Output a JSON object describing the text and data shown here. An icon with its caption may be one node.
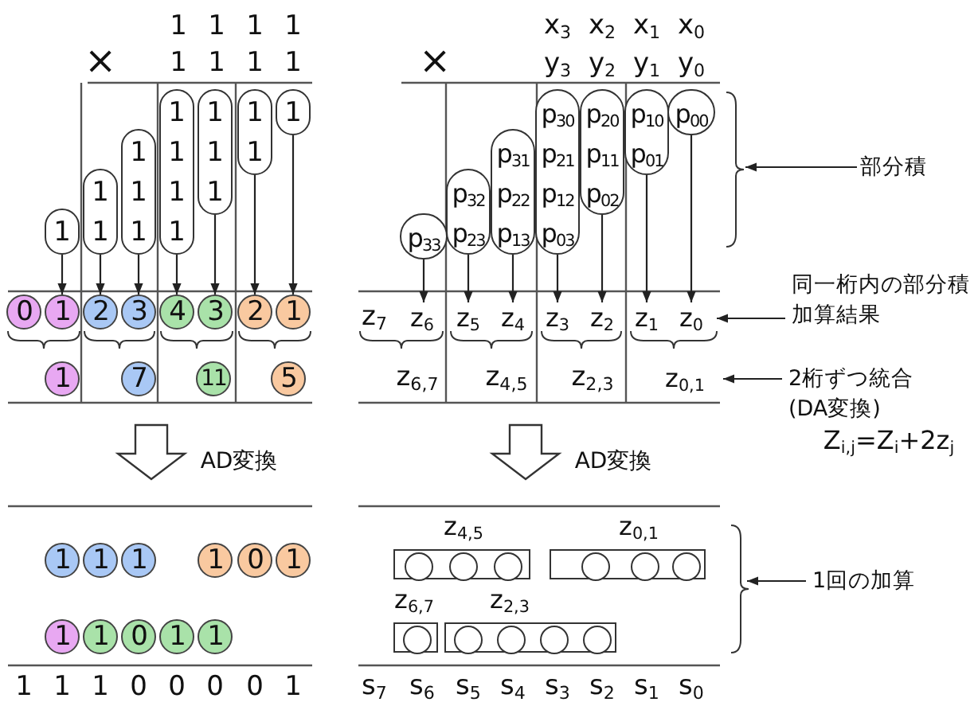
{
  "diagram": {
    "nodes": [
      {
        "text": [
          "1"
        ]
      },
      {
        "text": [
          "1",
          "1"
        ]
      },
      {
        "text": [
          "1",
          "1",
          "1"
        ]
      },
      {
        "text": [
          "1",
          "1",
          "1",
          "1"
        ]
      },
      {
        "text": [
          "1",
          "1",
          "1"
        ]
      },
      {
        "text": [
          "1",
          "1"
        ]
      },
      {
        "text": [
          "1"
        ]
      },
      {
        "text": [
          "p$_{33}$"
        ]
      },
      {
        "text": [
          "p$_{32}$",
          "p$_{23}$"
        ]
      },
      {
        "text": [
          "p$_{31}$",
          "p$_{22}$",
          "p$_{13}$"
        ]
      },
      {
        "text": [
          "p$_{30}$",
          "p$_{21}$",
          "p$_{12}$",
          "p$_{03}$"
        ]
      },
      {
        "text": [
          "p$_{20}$",
          "p$_{11}$",
          "p$_{02}$"
        ]
      },
      {
        "text": [
          "p$_{10}$",
          "p$_{01}$"
        ]
      },
      {
        "text": [
          "p$_{00}$"
        ]
      },
      {
        "text": [
          "部分積"
        ]
      },
      {
        "text": [
          "0"
        ]
      },
      {
        "text": [
          "1"
        ]
      },
      {
        "text": [
          "2"
        ]
      },
      {
        "text": [
          "3"
        ]
      },
      {
        "text": [
          "4"
        ]
      },
      {
        "text": [
          "3"
        ]
      },
      {
        "text": [
          "2"
        ]
      },
      {
        "text": [
          "1"
        ]
      },
      {
        "text": [
          "z$_{6}$"
        ]
      },
      {
        "text": [
          "z$_{5}$"
        ]
      },
      {
        "text": [
          "z$_{4}$"
        ]
      },
      {
        "text": [
          "z$_{3}$"
        ]
      },
      {
        "text": [
          "z$_{2}$"
        ]
      },
      {
        "text": [
          "z$_{1}$"
        ]
      },
      {
        "text": [
          "z$_{0}$"
        ]
      },
      {
        "text": [
          "同一桁内の部分積加算結果"
        ]
      },
      {
        "text": [
          "1"
        ]
      },
      {
        "text": [
          "7"
        ]
      },
      {
        "text": [
          "11"
        ]
      },
      {
        "text": [
          "5"
        ]
      },
      {
        "text": [
          "2桁ずつ統合(DA変換)"
        ]
      },
      {
        "text": [
          "1"
        ]
      },
      {
        "text": [
          "1"
        ]
      },
      {
        "text": [
          "1"
        ]
      },
      {
        "text": [
          "1"
        ]
      },
      {
        "text": [
          "0"
        ]
      },
      {
        "text": [
          "1"
        ]
      },
      {
        "text": [
          "1"
        ]
      },
      {
        "text": [
          "1"
        ]
      },
      {
        "text": [
          "0"
        ]
      },
      {
        "text": [
          "1"
        ]
      },
      {
        "text": [
          "1"
        ]
      },
      {
        "text": [],
        "shape": "box",
        "beside": [
          "z$_{4,5}$"
        ]
      },
      {
        "text": [],
        "shape": "circle",
        "in": 47
      },
      {
        "text": [],
        "shape": "circle",
        "in": 47
      },
      {
        "text": [],
        "shape": "circle",
        "in": 47
      },
      {
        "text": [],
        "shape": "box",
        "beside": [
          "z$_{0,1}$"
        ]
      },
      {
        "text": [],
        "shape": "circle",
        "in": 51
      },
      {
        "text": [],
        "shape": "circle",
        "in": 51
      },
      {
        "text": [],
        "shape": "circle",
        "in": 51
      },
      {
        "text": [],
        "shape": "box",
        "beside": [
          "z$_{6,7}$"
        ]
      },
      {
        "text": [],
        "shape": "circle",
        "in": 55
      },
      {
        "text": [],
        "shape": "box",
        "beside": [
          "z$_{2,3}$"
        ]
      },
      {
        "text": [],
        "shape": "circle",
        "in": 57
      },
      {
        "text": [],
        "shape": "circle",
        "in": 57
      },
      {
        "text": [],
        "shape": "circle",
        "in": 57
      },
      {
        "text": [],
        "shape": "circle",
        "in": 57
      },
      {
        "text": [
          "1回の加算"
        ]
      },
      {
        "text": [
          "z$_{0,1}$"
        ]
      }
    ],
    "edges": [
      {
        "from": 0,
        "to": 16,
        "arrow": "to"
      },
      {
        "from": 1,
        "to": 17,
        "arrow": "to"
      },
      {
        "from": 2,
        "to": 18,
        "arrow": "to"
      },
      {
        "from": 3,
        "to": 19,
        "arrow": "to"
      },
      {
        "from": 4,
        "to": 20,
        "arrow": "to"
      },
      {
        "from": 5,
        "to": 21,
        "arrow": "to"
      },
      {
        "from": 6,
        "to": 22,
        "arrow": "to"
      },
      {
        "from": 7,
        "to": 23,
        "arrow": "to"
      },
      {
        "from": 8,
        "to": 24,
        "arrow": "to"
      },
      {
        "from": 9,
        "to": 25,
        "arrow": "to"
      },
      {
        "from": 10,
        "to": 26,
        "arrow": "to"
      },
      {
        "from": 11,
        "to": 27,
        "arrow": "to"
      },
      {
        "from": 12,
        "to": 28,
        "arrow": "to"
      },
      {
        "from": 13,
        "to": 29,
        "arrow": "to"
      },
      {
        "from": 14,
        "to": null,
        "arrow": "to"
      },
      {
        "from": 30,
        "to": 29,
        "arrow": "to"
      },
      {
        "from": 35,
        "to": 63,
        "arrow": "to"
      },
      {
        "from": 62,
        "to": null,
        "arrow": "to"
      }
    ],
    "labels": [
      "1",
      "1",
      "1",
      "1",
      "x$_{3}$",
      "x$_{2}$",
      "x$_{1}$",
      "x$_{0}$",
      "×",
      "1",
      "1",
      "1",
      "1",
      "×",
      "y$_{3}$",
      "y$_{2}$",
      "y$_{1}$",
      "y$_{0}$",
      "z$_{7}$",
      "z$_{6,7}$",
      "z$_{4,5}$",
      "z$_{2,3}$",
      "AD変換",
      "AD変換",
      "Z$_{i,j}$=Z$_{i}$+2z$_{j}$",
      "1",
      "1",
      "1",
      "0",
      "0",
      "0",
      "0",
      "1",
      "s$_{7}$",
      "s$_{6}$",
      "s$_{5}$",
      "s$_{4}$",
      "s$_{3}$",
      "s$_{2}$",
      "s$_{1}$",
      "s$_{0}$"
    ]
  }
}
